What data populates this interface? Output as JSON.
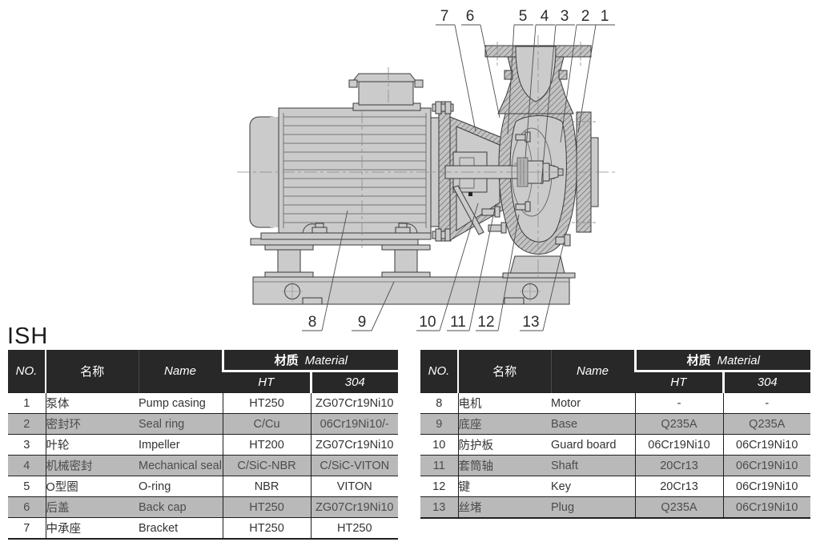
{
  "series_label": "ISH",
  "diagram": {
    "description": "pump-cross-section-drawing",
    "callouts_top": [
      "7",
      "6",
      "5",
      "4",
      "3",
      "2",
      "1"
    ],
    "callouts_bottom": [
      "8",
      "9",
      "10",
      "11",
      "12",
      "13"
    ]
  },
  "tables": {
    "headers": {
      "no": "NO.",
      "name_cn": "名称",
      "name_en": "Name",
      "material_cn": "材质",
      "material_en": "Material",
      "ht": "HT",
      "grade_304": "304"
    },
    "left": {
      "rows": [
        {
          "no": "1",
          "cn": "泵体",
          "en": "Pump casing",
          "ht": "HT250",
          "s304": "ZG07Cr19Ni10"
        },
        {
          "no": "2",
          "cn": "密封环",
          "en": "Seal ring",
          "ht": "C/Cu",
          "s304": "06Cr19Ni10/-"
        },
        {
          "no": "3",
          "cn": "叶轮",
          "en": "Impeller",
          "ht": "HT200",
          "s304": "ZG07Cr19Ni10"
        },
        {
          "no": "4",
          "cn": "机械密封",
          "en": "Mechanical seal",
          "ht": "C/SiC-NBR",
          "s304": "C/SiC-VITON"
        },
        {
          "no": "5",
          "cn": "O型圈",
          "en": "O-ring",
          "ht": "NBR",
          "s304": "VITON"
        },
        {
          "no": "6",
          "cn": "后盖",
          "en": "Back cap",
          "ht": "HT250",
          "s304": "ZG07Cr19Ni10"
        },
        {
          "no": "7",
          "cn": "中承座",
          "en": "Bracket",
          "ht": "HT250",
          "s304": "HT250"
        }
      ]
    },
    "right": {
      "rows": [
        {
          "no": "8",
          "cn": "电机",
          "en": "Motor",
          "ht": "-",
          "s304": "-"
        },
        {
          "no": "9",
          "cn": "底座",
          "en": "Base",
          "ht": "Q235A",
          "s304": "Q235A"
        },
        {
          "no": "10",
          "cn": "防护板",
          "en": "Guard board",
          "ht": "06Cr19Ni10",
          "s304": "06Cr19Ni10"
        },
        {
          "no": "11",
          "cn": "套筒轴",
          "en": "Shaft",
          "ht": "20Cr13",
          "s304": "06Cr19Ni10"
        },
        {
          "no": "12",
          "cn": "键",
          "en": "Key",
          "ht": "20Cr13",
          "s304": "06Cr19Ni10"
        },
        {
          "no": "13",
          "cn": "丝堵",
          "en": "Plug",
          "ht": "Q235A",
          "s304": "06Cr19Ni10"
        }
      ]
    }
  },
  "colors": {
    "header_bg": "#282828",
    "row_alt_gray": "#b9b9b9",
    "table_line": "#1f1f1f",
    "drawing_fill": "#cbcbcb",
    "drawing_stroke": "#3a3a3a"
  }
}
